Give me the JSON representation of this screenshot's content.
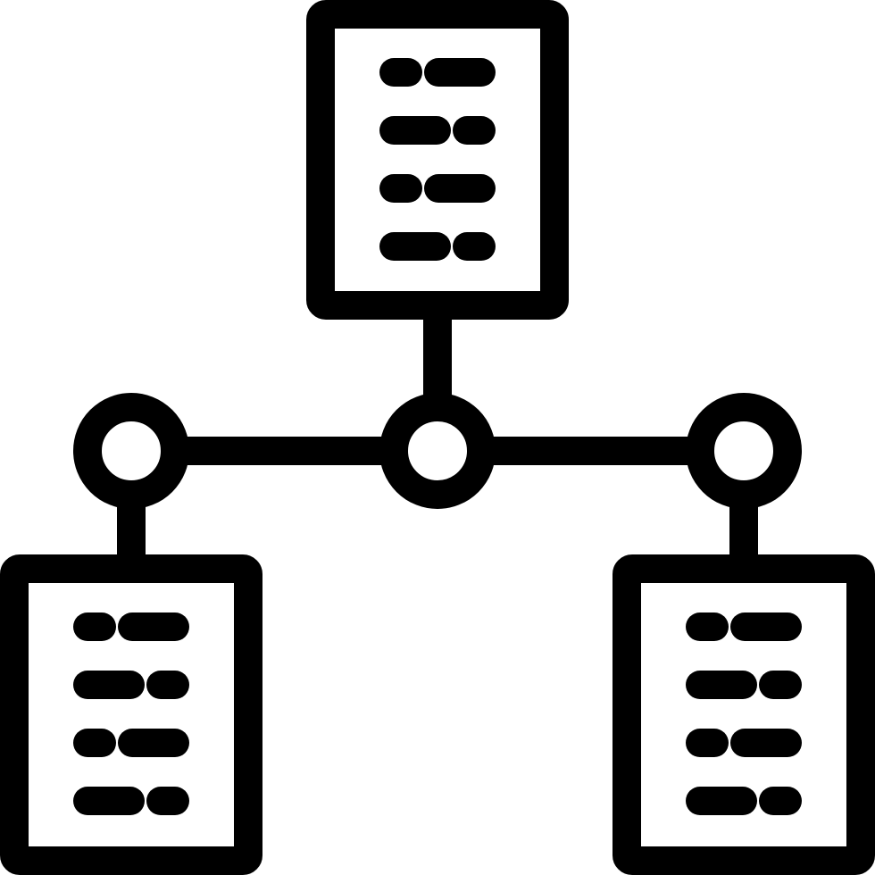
{
  "icon": {
    "name": "network-documents-icon",
    "stroke_color": "#000000",
    "fill_color": "#ffffff",
    "documents": [
      {
        "name": "document-top",
        "rows": [
          {
            "left": "short",
            "right": "long"
          },
          {
            "left": "long",
            "right": "short"
          },
          {
            "left": "short",
            "right": "long"
          },
          {
            "left": "long",
            "right": "short"
          }
        ]
      },
      {
        "name": "document-bottom-left",
        "rows": [
          {
            "left": "short",
            "right": "long"
          },
          {
            "left": "long",
            "right": "short"
          },
          {
            "left": "short",
            "right": "long"
          },
          {
            "left": "long",
            "right": "short"
          }
        ]
      },
      {
        "name": "document-bottom-right",
        "rows": [
          {
            "left": "short",
            "right": "long"
          },
          {
            "left": "long",
            "right": "short"
          },
          {
            "left": "short",
            "right": "long"
          },
          {
            "left": "long",
            "right": "short"
          }
        ]
      }
    ],
    "nodes": [
      "node-left",
      "node-center",
      "node-right"
    ]
  }
}
